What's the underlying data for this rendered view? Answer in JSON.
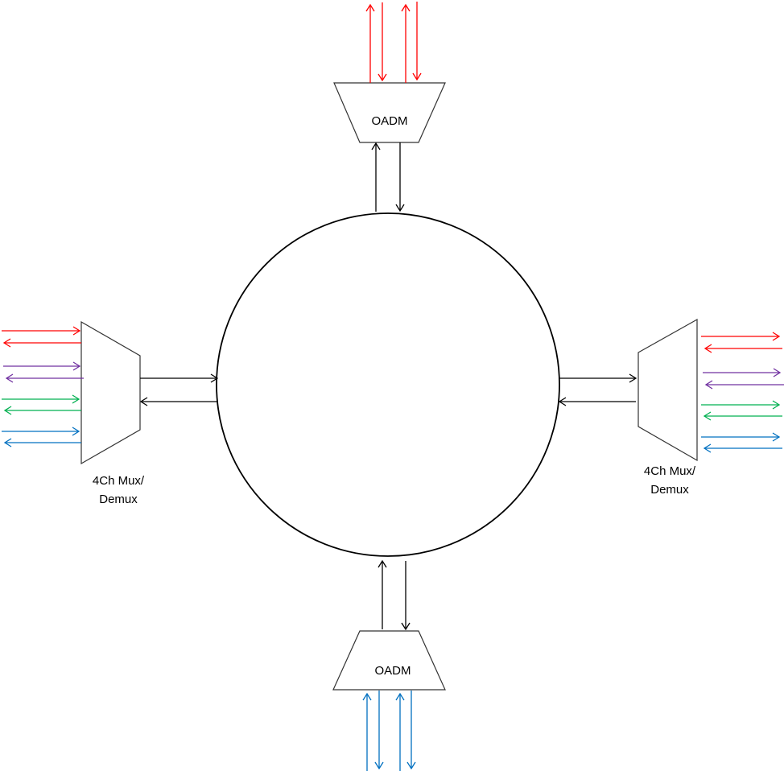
{
  "top_node": {
    "label": "OADM"
  },
  "bottom_node": {
    "label": "OADM"
  },
  "left_node": {
    "label_line1": "4Ch Mux/",
    "label_line2": "Demux"
  },
  "right_node": {
    "label_line1": "4Ch Mux/",
    "label_line2": "Demux"
  },
  "colors": {
    "ring": "#000000",
    "channel_red": "#ff0000",
    "channel_purple": "#7030a0",
    "channel_green": "#00b050",
    "channel_blue": "#0070c0"
  }
}
